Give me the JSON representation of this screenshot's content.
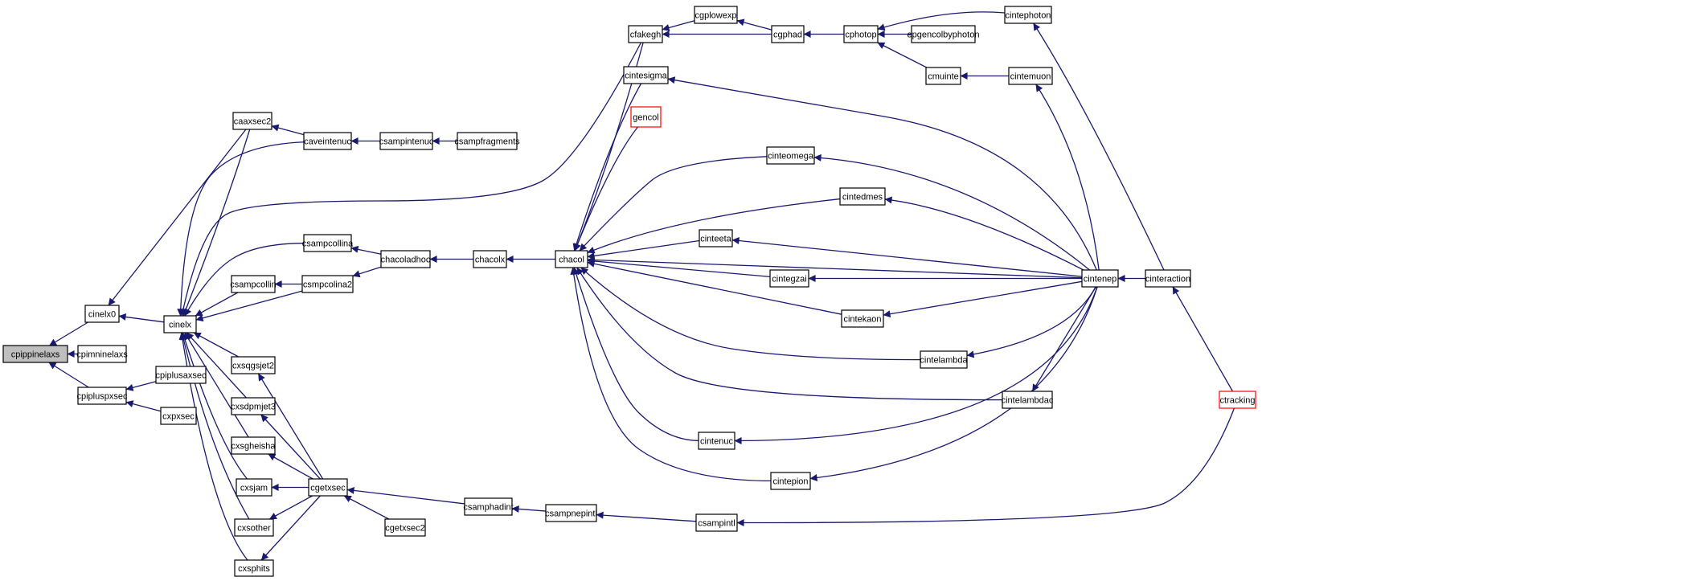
{
  "graph": {
    "colors": {
      "edge": "#191970",
      "node_border": "#000000",
      "root_fill": "#bfbfbf",
      "highlight_border": "#ff0000"
    },
    "nodes": [
      {
        "id": "cpippinelaxs",
        "label": "cpippinelaxs"
      },
      {
        "id": "cinelx0",
        "label": "cinelx0"
      },
      {
        "id": "cpimninelaxs",
        "label": "cpimninelaxs"
      },
      {
        "id": "cpipluspxsec",
        "label": "cpipluspxsec"
      },
      {
        "id": "cpiplusaxsec",
        "label": "cpiplusaxsec"
      },
      {
        "id": "cxpxsec",
        "label": "cxpxsec"
      },
      {
        "id": "cinelx",
        "label": "cinelx"
      },
      {
        "id": "caaxsec2",
        "label": "caaxsec2"
      },
      {
        "id": "caveintenuc",
        "label": "caveintenuc"
      },
      {
        "id": "csampintenuc",
        "label": "csampintenuc"
      },
      {
        "id": "csampfragments",
        "label": "csampfragments"
      },
      {
        "id": "csampcollina",
        "label": "csampcollina"
      },
      {
        "id": "csampcollin",
        "label": "csampcollin"
      },
      {
        "id": "csmpcolina2",
        "label": "csmpcolina2"
      },
      {
        "id": "chacoladhoc",
        "label": "chacoladhoc"
      },
      {
        "id": "chacolx",
        "label": "chacolx"
      },
      {
        "id": "chacol",
        "label": "chacol"
      },
      {
        "id": "cxsqgsjet2",
        "label": "cxsqgsjet2"
      },
      {
        "id": "cxsdpmjet3",
        "label": "cxsdpmjet3"
      },
      {
        "id": "cxsgheisha",
        "label": "cxsgheisha"
      },
      {
        "id": "cxsjam",
        "label": "cxsjam"
      },
      {
        "id": "cxsother",
        "label": "cxsother"
      },
      {
        "id": "cxsphits",
        "label": "cxsphits"
      },
      {
        "id": "cgetxsec",
        "label": "cgetxsec"
      },
      {
        "id": "cgetxsec2",
        "label": "cgetxsec2"
      },
      {
        "id": "csamphadint",
        "label": "csamphadint"
      },
      {
        "id": "csampnepintl",
        "label": "csampnepintl"
      },
      {
        "id": "csampintl",
        "label": "csampintl"
      },
      {
        "id": "cfakegh",
        "label": "cfakegh"
      },
      {
        "id": "cgplowexp",
        "label": "cgplowexp"
      },
      {
        "id": "cgphad",
        "label": "cgphad"
      },
      {
        "id": "cphotop",
        "label": "cphotop"
      },
      {
        "id": "cintephoton",
        "label": "cintephoton"
      },
      {
        "id": "epgencolbyphoton",
        "label": "epgencolbyphoton"
      },
      {
        "id": "cmuinte",
        "label": "cmuinte"
      },
      {
        "id": "cintemuon",
        "label": "cintemuon"
      },
      {
        "id": "cintesigma",
        "label": "cintesigma"
      },
      {
        "id": "gencol",
        "label": "gencol"
      },
      {
        "id": "cinteomega",
        "label": "cinteomega"
      },
      {
        "id": "cintedmes",
        "label": "cintedmes"
      },
      {
        "id": "cinteeta",
        "label": "cinteeta"
      },
      {
        "id": "cintegzai",
        "label": "cintegzai"
      },
      {
        "id": "cintekaon",
        "label": "cintekaon"
      },
      {
        "id": "cintelambda",
        "label": "cintelambda"
      },
      {
        "id": "cintelambdac",
        "label": "cintelambdac"
      },
      {
        "id": "cintenuc",
        "label": "cintenuc"
      },
      {
        "id": "cintepion",
        "label": "cintepion"
      },
      {
        "id": "cintenep",
        "label": "cintenep"
      },
      {
        "id": "cinteraction",
        "label": "cinteraction"
      },
      {
        "id": "ctracking",
        "label": "ctracking"
      }
    ],
    "edges": [
      [
        "cinelx0",
        "cpippinelaxs"
      ],
      [
        "cpimninelaxs",
        "cpippinelaxs"
      ],
      [
        "cpipluspxsec",
        "cpippinelaxs"
      ],
      [
        "cpiplusaxsec",
        "cpipluspxsec"
      ],
      [
        "cxpxsec",
        "cpipluspxsec"
      ],
      [
        "cinelx",
        "cinelx0"
      ],
      [
        "caaxsec2",
        "cinelx0"
      ],
      [
        "caaxsec2",
        "cinelx"
      ],
      [
        "caveintenuc",
        "caaxsec2"
      ],
      [
        "caveintenuc",
        "cinelx"
      ],
      [
        "csampintenuc",
        "caveintenuc"
      ],
      [
        "csampfragments",
        "csampintenuc"
      ],
      [
        "cfakegh",
        "cinelx"
      ],
      [
        "csampcollina",
        "cinelx"
      ],
      [
        "csampcollin",
        "cinelx"
      ],
      [
        "csmpcolina2",
        "cinelx"
      ],
      [
        "csmpcolina2",
        "csampcollin"
      ],
      [
        "chacoladhoc",
        "csampcollina"
      ],
      [
        "chacoladhoc",
        "csmpcolina2"
      ],
      [
        "chacolx",
        "chacoladhoc"
      ],
      [
        "chacol",
        "chacolx"
      ],
      [
        "cxsqgsjet2",
        "cinelx"
      ],
      [
        "cxsdpmjet3",
        "cinelx"
      ],
      [
        "cxsgheisha",
        "cinelx"
      ],
      [
        "cxsjam",
        "cinelx"
      ],
      [
        "cxsother",
        "cinelx"
      ],
      [
        "cxsphits",
        "cinelx"
      ],
      [
        "cgetxsec",
        "cxsqgsjet2"
      ],
      [
        "cgetxsec",
        "cxsdpmjet3"
      ],
      [
        "cgetxsec",
        "cxsgheisha"
      ],
      [
        "cgetxsec",
        "cxsjam"
      ],
      [
        "cgetxsec",
        "cxsother"
      ],
      [
        "cgetxsec",
        "cxsphits"
      ],
      [
        "csamphadint",
        "cgetxsec"
      ],
      [
        "cgetxsec2",
        "cgetxsec"
      ],
      [
        "csampnepintl",
        "csamphadint"
      ],
      [
        "csampintl",
        "csampnepintl"
      ],
      [
        "ctracking",
        "csampintl"
      ],
      [
        "cfakegh",
        "chacol"
      ],
      [
        "cgplowexp",
        "cfakegh"
      ],
      [
        "cgphad",
        "cfakegh"
      ],
      [
        "cgphad",
        "cgplowexp"
      ],
      [
        "cphotop",
        "cgphad"
      ],
      [
        "cintephoton",
        "cphotop"
      ],
      [
        "epgencolbyphoton",
        "cphotop"
      ],
      [
        "cmuinte",
        "cphotop"
      ],
      [
        "cintemuon",
        "cmuinte"
      ],
      [
        "cintesigma",
        "chacol"
      ],
      [
        "gencol",
        "chacol"
      ],
      [
        "cinteomega",
        "chacol"
      ],
      [
        "cintedmes",
        "chacol"
      ],
      [
        "cinteeta",
        "chacol"
      ],
      [
        "cintegzai",
        "chacol"
      ],
      [
        "cintekaon",
        "chacol"
      ],
      [
        "cintelambda",
        "chacol"
      ],
      [
        "cintelambdac",
        "chacol"
      ],
      [
        "cintenuc",
        "chacol"
      ],
      [
        "cintepion",
        "chacol"
      ],
      [
        "cintenep",
        "chacol"
      ],
      [
        "cintenep",
        "cintesigma"
      ],
      [
        "cintenep",
        "cinteomega"
      ],
      [
        "cintenep",
        "cintedmes"
      ],
      [
        "cintenep",
        "cinteeta"
      ],
      [
        "cintenep",
        "cintegzai"
      ],
      [
        "cintenep",
        "cintekaon"
      ],
      [
        "cintenep",
        "cintelambda"
      ],
      [
        "cintenep",
        "cintelambdac"
      ],
      [
        "cintenep",
        "cintenuc"
      ],
      [
        "cintenep",
        "cintepion"
      ],
      [
        "cintenep",
        "cintemuon"
      ],
      [
        "cinteraction",
        "cintenep"
      ],
      [
        "cinteraction",
        "cintephoton"
      ],
      [
        "ctracking",
        "cinteraction"
      ]
    ]
  }
}
